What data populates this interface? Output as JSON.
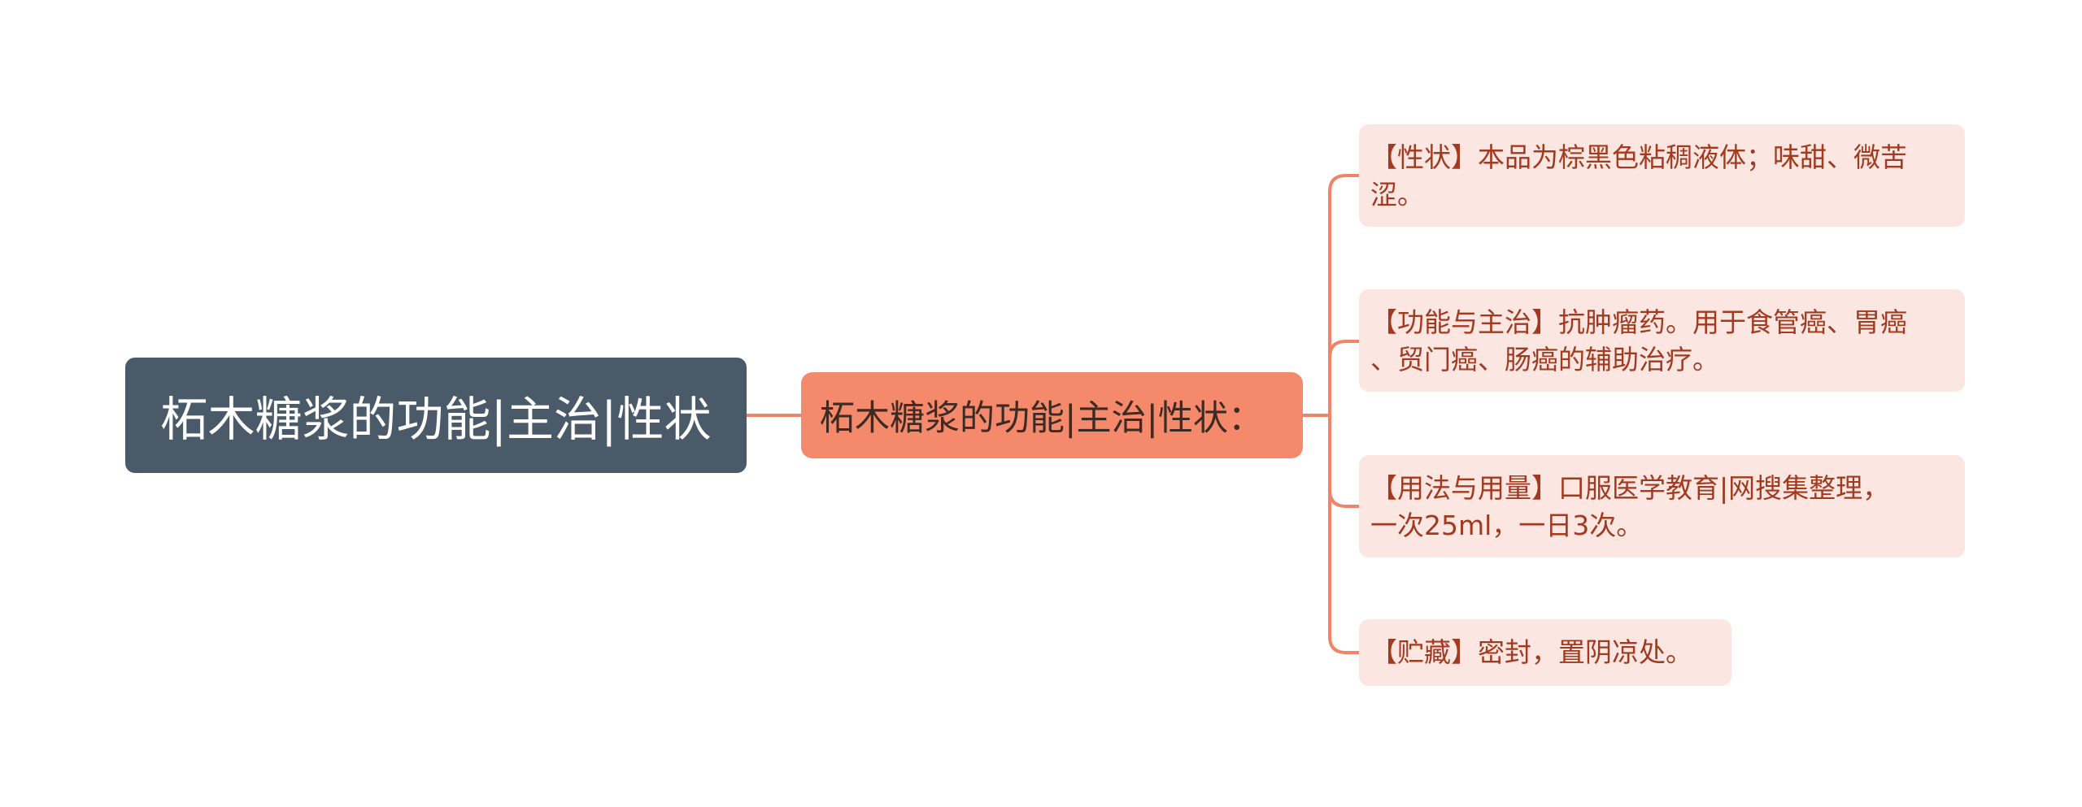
{
  "colors": {
    "root_bg": "#4a5a69",
    "mid_bg": "#f4896b",
    "leaf_bg": "#fce6e1",
    "leaf_text": "#a23a20",
    "connector": "#f08466"
  },
  "root": {
    "text": "柘木糖浆的功能|主治|性状"
  },
  "branch": {
    "text": "柘木糖浆的功能|主治|性状："
  },
  "leaves": [
    {
      "lines": [
        "【性状】本品为棕黑色粘稠液体；味甜、微苦",
        "涩。"
      ]
    },
    {
      "lines": [
        "【功能与主治】抗肿瘤药。用于食管癌、胃癌",
        "、贸门癌、肠癌的辅助治疗。"
      ]
    },
    {
      "lines": [
        "【用法与用量】口服医学教育|网搜集整理，",
        "一次25ml，一日3次。"
      ]
    },
    {
      "lines": [
        "【贮藏】密封，置阴凉处。"
      ]
    }
  ]
}
